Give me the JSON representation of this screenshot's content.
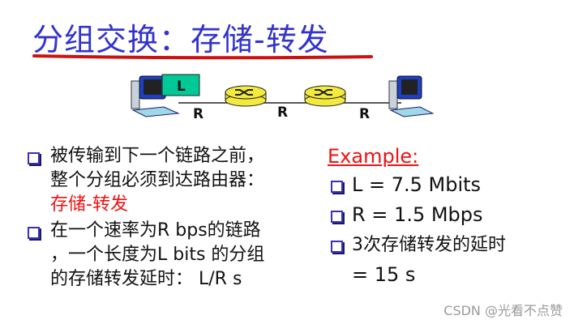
{
  "slide": {
    "title": "分组交换：存储-转发",
    "colors": {
      "title": "#3333cc",
      "underline": "#cc1111",
      "highlight": "#ee1111",
      "router": "#f2ea3c",
      "packet": "#00c896"
    },
    "diagram": {
      "packet_label": "L",
      "link_labels": [
        "R",
        "R",
        "R"
      ],
      "nodes": [
        "source-host",
        "router-1",
        "router-2",
        "destination-host"
      ]
    },
    "left_bullets": [
      {
        "lines": [
          "被传输到下一个链路之前，",
          "整个分组必须到达路由器："
        ],
        "highlight": "存储-转发"
      },
      {
        "lines": [
          "在一个速率为R bps的链路",
          "，一个长度为L bits 的分组",
          "的存储转发延时： L/R s"
        ]
      }
    ],
    "example": {
      "heading": "Example:",
      "items": [
        "L = 7.5 Mbits",
        "R = 1.5 Mbps",
        "3次存储转发的延时",
        "= 15 s"
      ]
    },
    "watermark": "CSDN @光看不点赞"
  }
}
